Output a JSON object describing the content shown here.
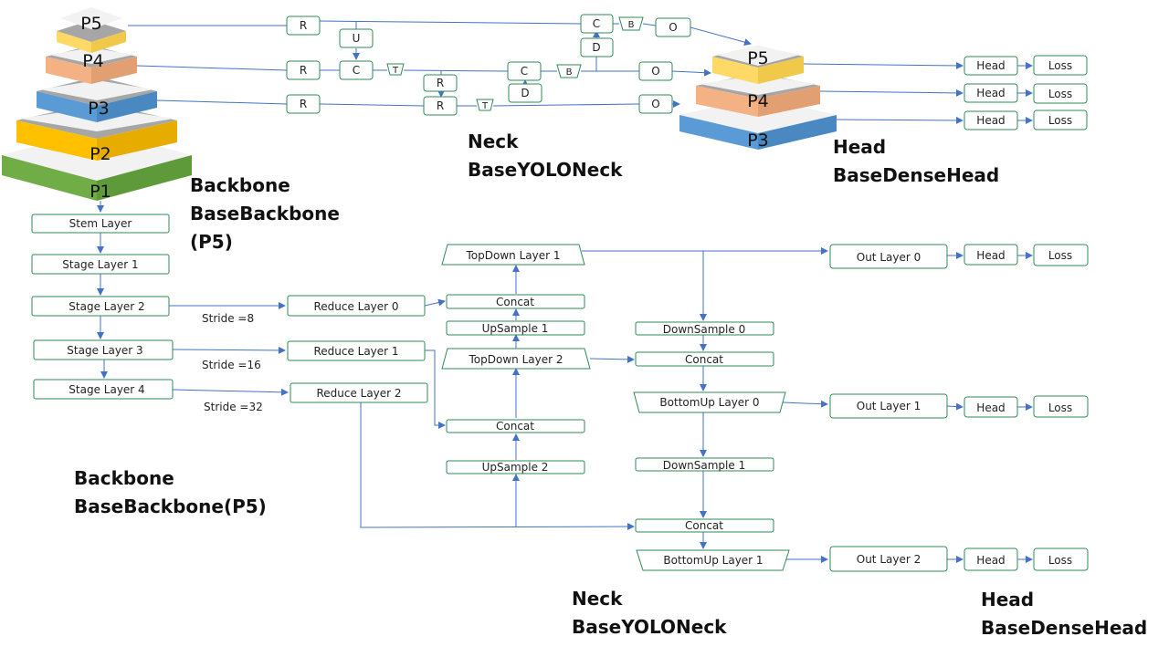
{
  "colors": {
    "line": "#4472c4",
    "box_border": "#2e8b57",
    "text": "#222222",
    "p1_green": "#70ad47",
    "p2_yellow": "#ffc000",
    "p3_blue": "#5b9bd5",
    "p4_salmon": "#f4b183",
    "p5_cream": "#ffd966",
    "layer_white": "#f2f2f2",
    "layer_gray": "#a6a6a6"
  },
  "pyramid": {
    "backbone_levels": [
      "P5",
      "P4",
      "P3",
      "P2",
      "P1"
    ],
    "head_levels": [
      "P5",
      "P4",
      "P3"
    ]
  },
  "top_diagram": {
    "r_label": "R",
    "u_label": "U",
    "c_label": "C",
    "t_label": "T",
    "b_label": "B",
    "d_label": "D",
    "o_label": "O",
    "head_label": "Head",
    "loss_label": "Loss"
  },
  "titles": {
    "top_neck": "Neck\nBaseYOLONeck",
    "top_head": "Head\nBaseDenseHead",
    "top_backbone": "Backbone\nBaseBackbone\n(P5)",
    "bottom_backbone": "Backbone\nBaseBackbone(P5)",
    "bottom_neck": "Neck\nBaseYOLONeck",
    "bottom_head": "Head\nBaseDenseHead"
  },
  "backbone": {
    "stem": "Stem Layer",
    "stage1": "Stage Layer 1",
    "stage2": "Stage Layer 2",
    "stage3": "Stage Layer 3",
    "stage4": "Stage Layer 4",
    "stride8": "Stride =8",
    "stride16": "Stride =16",
    "stride32": "Stride =32"
  },
  "neck": {
    "reduce0": "Reduce Layer 0",
    "reduce1": "Reduce Layer 1",
    "reduce2": "Reduce Layer 2",
    "topdown1": "TopDown Layer 1",
    "topdown2": "TopDown Layer 2",
    "concat": "Concat",
    "upsample1": "UpSample 1",
    "upsample2": "UpSample 2",
    "downsample0": "DownSample 0",
    "downsample1": "DownSample 1",
    "bottomup0": "BottomUp Layer 0",
    "bottomup1": "BottomUp Layer 1"
  },
  "head": {
    "out0": "Out Layer 0",
    "out1": "Out Layer 1",
    "out2": "Out Layer 2",
    "head": "Head",
    "loss": "Loss"
  }
}
